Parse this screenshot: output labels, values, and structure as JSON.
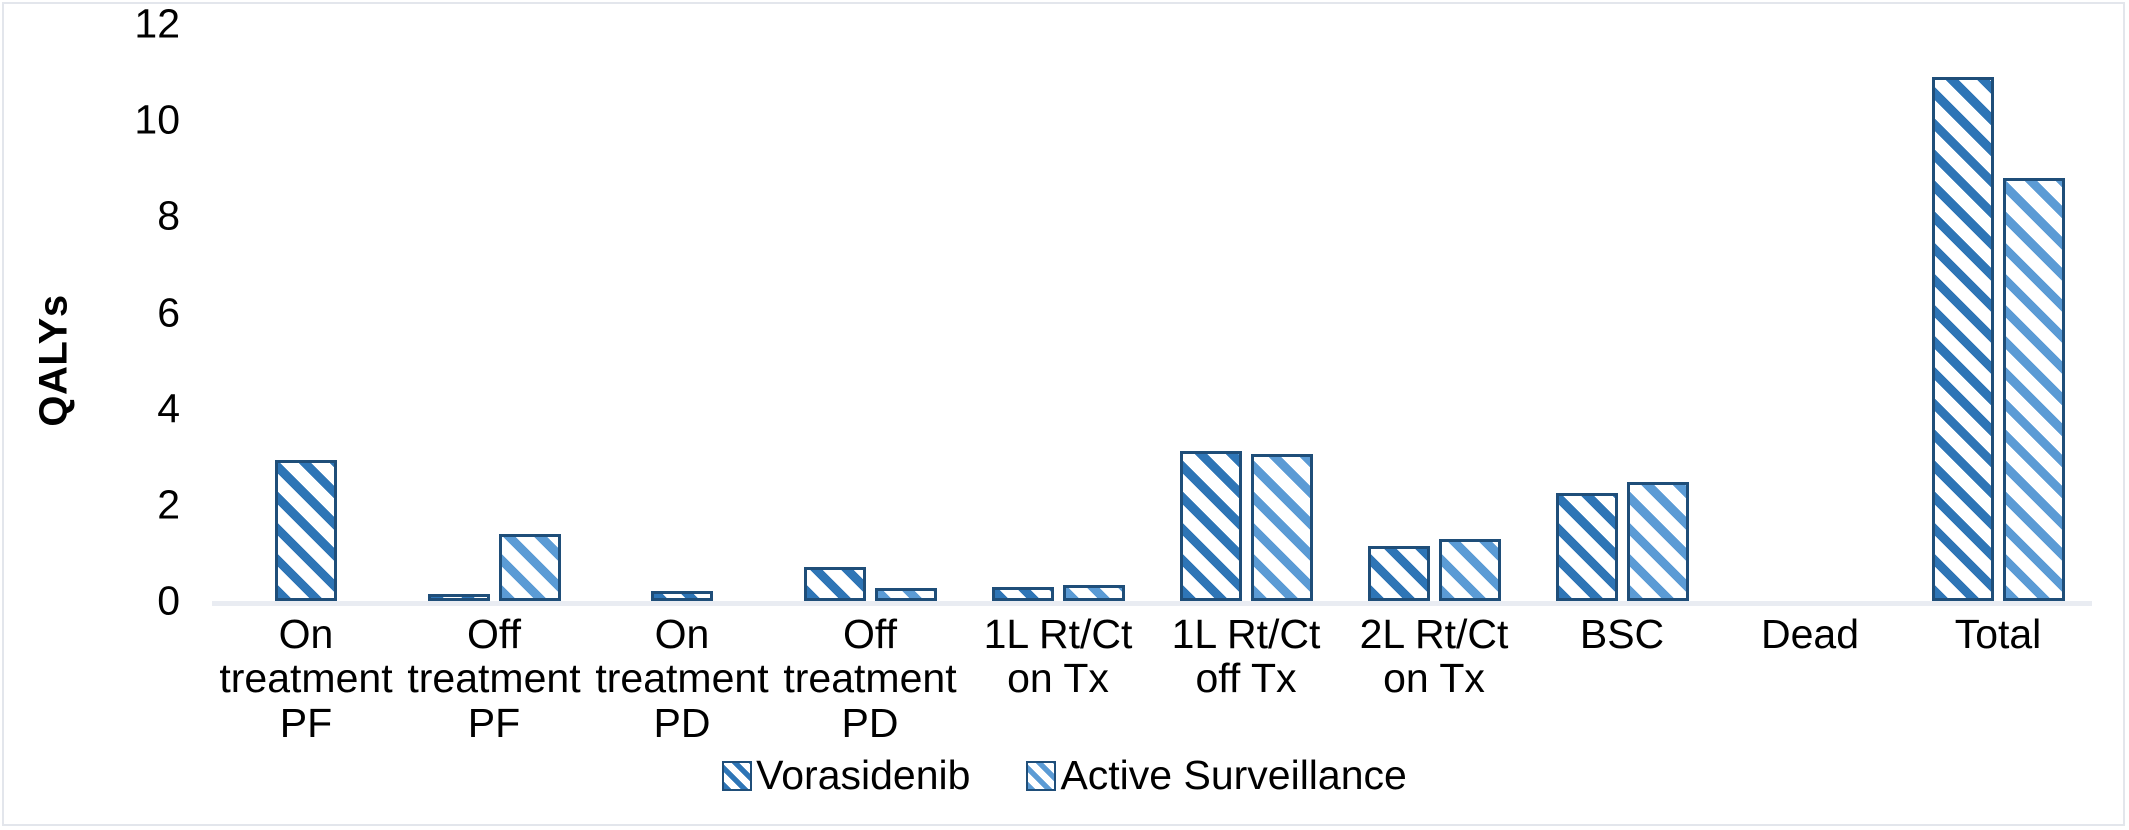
{
  "chart_data": {
    "type": "bar",
    "title": "",
    "xlabel": "",
    "ylabel": "QALYs",
    "ylim": [
      0,
      12
    ],
    "yticks": [
      12,
      10,
      8,
      6,
      4,
      2,
      0
    ],
    "grid": false,
    "legend_position": "bottom",
    "categories": [
      "On treatment PF",
      "Off treatment PF",
      "On treatment PD",
      "Off treatment PD",
      "1L Rt/Ct on Tx",
      "1L Rt/Ct off Tx",
      "2L Rt/Ct on Tx",
      "BSC",
      "Dead",
      "Total"
    ],
    "category_lines": [
      [
        "On",
        "treatment",
        "PF"
      ],
      [
        "Off",
        "treatment",
        "PF"
      ],
      [
        "On",
        "treatment",
        "PD"
      ],
      [
        "Off",
        "treatment",
        "PD"
      ],
      [
        "1L Rt/Ct",
        "on Tx"
      ],
      [
        "1L Rt/Ct",
        "off Tx"
      ],
      [
        "2L Rt/Ct",
        "on Tx"
      ],
      [
        "BSC"
      ],
      [
        "Dead"
      ],
      [
        "Total"
      ]
    ],
    "series": [
      {
        "name": "Vorasidenib",
        "color": "#2E75B6",
        "border": "#1F4E79",
        "values": [
          2.93,
          0.15,
          0.2,
          0.7,
          0.3,
          3.12,
          1.15,
          2.25,
          0,
          10.9
        ]
      },
      {
        "name": "Active Surveillance",
        "color": "#5B9BD5",
        "border": "#1F4E79",
        "values": [
          0,
          1.4,
          0,
          0.27,
          0.33,
          3.05,
          1.3,
          2.47,
          0,
          8.8
        ]
      }
    ]
  },
  "legend": {
    "items": [
      {
        "label": "Vorasidenib"
      },
      {
        "label": "Active Surveillance"
      }
    ]
  },
  "colors": {
    "series_1": "#2E75B6",
    "series_2": "#5B9BD5",
    "bar_border": "#1F4E79",
    "axis_line": "#e9ecf2",
    "frame": "#e3e6ec",
    "text": "#000000"
  }
}
